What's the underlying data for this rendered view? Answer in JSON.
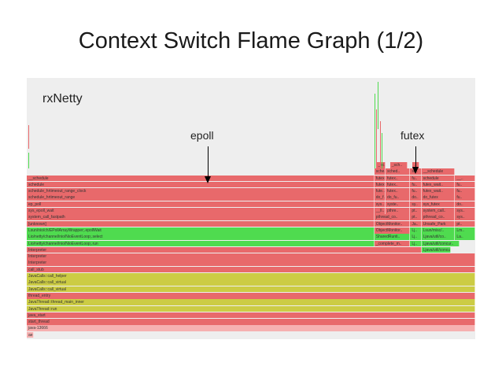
{
  "slide": {
    "title": "Context Switch Flame Graph (1/2)",
    "graph_label": "rxNetty",
    "callouts": [
      {
        "id": "epoll",
        "text": "epoll"
      },
      {
        "id": "futex",
        "text": "futex"
      }
    ]
  },
  "colors": {
    "red": "#e8696b",
    "redLight": "#f08a8a",
    "green": "#4fdb4f",
    "yellow": "#cccc44",
    "pink": "#f6b0b0",
    "panel": "#eeeeee"
  },
  "flame_frames": [
    {
      "text": "ae.",
      "lvl": 0,
      "start": 0.0,
      "end": 0.015,
      "c": "pink"
    },
    {
      "text": "java-13666",
      "lvl": 1,
      "start": 0.0,
      "end": 1.0,
      "c": "pink"
    },
    {
      "text": "start_thread",
      "lvl": 2,
      "start": 0.0,
      "end": 1.0,
      "c": "red"
    },
    {
      "text": "java_start",
      "lvl": 3,
      "start": 0.0,
      "end": 1.0,
      "c": "red"
    },
    {
      "text": "JavaThread::run",
      "lvl": 4,
      "start": 0.0,
      "end": 1.0,
      "c": "yellow"
    },
    {
      "text": "JavaThread::thread_main_inner",
      "lvl": 5,
      "start": 0.0,
      "end": 1.0,
      "c": "yellow"
    },
    {
      "text": "thread_entry",
      "lvl": 6,
      "start": 0.0,
      "end": 1.0,
      "c": "red"
    },
    {
      "text": "JavaCalls::call_virtual",
      "lvl": 7,
      "start": 0.0,
      "end": 1.0,
      "c": "yellow"
    },
    {
      "text": "JavaCalls::call_virtual",
      "lvl": 8,
      "start": 0.0,
      "end": 1.0,
      "c": "yellow"
    },
    {
      "text": "JavaCalls::call_helper",
      "lvl": 9,
      "start": 0.0,
      "end": 1.0,
      "c": "yellow"
    },
    {
      "text": "call_stub",
      "lvl": 10,
      "start": 0.0,
      "end": 1.0,
      "c": "red"
    },
    {
      "text": "Interpreter",
      "lvl": 11,
      "start": 0.0,
      "end": 1.0,
      "c": "red"
    },
    {
      "text": "Interpreter",
      "lvl": 12,
      "start": 0.0,
      "end": 1.0,
      "c": "red"
    },
    {
      "text": "Interpreter",
      "lvl": 13,
      "start": 0.0,
      "end": 0.88,
      "c": "red"
    },
    {
      "text": "Ljava/util/concur..",
      "lvl": 13,
      "start": 0.88,
      "end": 0.945,
      "c": "green"
    },
    {
      "text": "Lio/netty/channel/nio/NioEventLoop;.run",
      "lvl": 14,
      "start": 0.0,
      "end": 0.775,
      "c": "green"
    },
    {
      "text": "_complete_m..",
      "lvl": 14,
      "start": 0.775,
      "end": 0.855,
      "c": "red"
    },
    {
      "text": "Lj..",
      "lvl": 14,
      "start": 0.855,
      "end": 0.88,
      "c": "green"
    },
    {
      "text": "Ljava/util/concur..",
      "lvl": 14,
      "start": 0.88,
      "end": 0.965,
      "c": "green"
    },
    {
      "text": "Lio/netty/channel/nio/NioEventLoop;.select",
      "lvl": 15,
      "start": 0.0,
      "end": 0.775,
      "c": "green"
    },
    {
      "text": "SharedRunti..",
      "lvl": 15,
      "start": 0.775,
      "end": 0.855,
      "c": "green"
    },
    {
      "text": "Lj..",
      "lvl": 15,
      "start": 0.855,
      "end": 0.88,
      "c": "green"
    },
    {
      "text": "Ljava/util/co..",
      "lvl": 15,
      "start": 0.88,
      "end": 0.955,
      "c": "green"
    },
    {
      "text": "La..",
      "lvl": 15,
      "start": 0.955,
      "end": 1.0,
      "c": "green"
    },
    {
      "text": "Lsun/nio/ch/EPollArrayWrapper;.epollWait",
      "lvl": 16,
      "start": 0.0,
      "end": 0.775,
      "c": "green"
    },
    {
      "text": "ObjectMonitor..",
      "lvl": 16,
      "start": 0.775,
      "end": 0.855,
      "c": "red"
    },
    {
      "text": "Lj..",
      "lvl": 16,
      "start": 0.855,
      "end": 0.88,
      "c": "green"
    },
    {
      "text": "Lsun/misc/..",
      "lvl": 16,
      "start": 0.88,
      "end": 0.955,
      "c": "green"
    },
    {
      "text": "Lm..",
      "lvl": 16,
      "start": 0.955,
      "end": 1.0,
      "c": "green"
    },
    {
      "text": "[unknown]",
      "lvl": 17,
      "start": 0.0,
      "end": 0.775,
      "c": "red"
    },
    {
      "text": "ObjectMonitor..",
      "lvl": 17,
      "start": 0.775,
      "end": 0.855,
      "c": "red"
    },
    {
      "text": "Ja..",
      "lvl": 17,
      "start": 0.855,
      "end": 0.88,
      "c": "red"
    },
    {
      "text": "Unsafe_Park",
      "lvl": 17,
      "start": 0.88,
      "end": 0.955,
      "c": "red"
    },
    {
      "text": "pt..",
      "lvl": 17,
      "start": 0.955,
      "end": 1.0,
      "c": "red"
    },
    {
      "text": "system_call_fastpath",
      "lvl": 18,
      "start": 0.0,
      "end": 0.775,
      "c": "red"
    },
    {
      "text": "pthread_co..",
      "lvl": 18,
      "start": 0.775,
      "end": 0.855,
      "c": "red"
    },
    {
      "text": "pt..",
      "lvl": 18,
      "start": 0.855,
      "end": 0.88,
      "c": "red"
    },
    {
      "text": "pthread_co..",
      "lvl": 18,
      "start": 0.88,
      "end": 0.955,
      "c": "red"
    },
    {
      "text": "sys..",
      "lvl": 18,
      "start": 0.955,
      "end": 1.0,
      "c": "red"
    },
    {
      "text": "sys_epoll_wait",
      "lvl": 19,
      "start": 0.0,
      "end": 0.775,
      "c": "red"
    },
    {
      "text": "__ll..",
      "lvl": 19,
      "start": 0.775,
      "end": 0.8,
      "c": "red"
    },
    {
      "text": "pthre..",
      "lvl": 19,
      "start": 0.8,
      "end": 0.855,
      "c": "red"
    },
    {
      "text": "pt..",
      "lvl": 19,
      "start": 0.855,
      "end": 0.88,
      "c": "red"
    },
    {
      "text": "system_call..",
      "lvl": 19,
      "start": 0.88,
      "end": 0.955,
      "c": "red"
    },
    {
      "text": "sys..",
      "lvl": 19,
      "start": 0.955,
      "end": 1.0,
      "c": "red"
    },
    {
      "text": "ep_poll",
      "lvl": 20,
      "start": 0.0,
      "end": 0.775,
      "c": "red"
    },
    {
      "text": "sys..",
      "lvl": 20,
      "start": 0.775,
      "end": 0.8,
      "c": "red"
    },
    {
      "text": "syste..",
      "lvl": 20,
      "start": 0.8,
      "end": 0.855,
      "c": "red"
    },
    {
      "text": "sy..",
      "lvl": 20,
      "start": 0.855,
      "end": 0.88,
      "c": "red"
    },
    {
      "text": "sys_futex",
      "lvl": 20,
      "start": 0.88,
      "end": 0.955,
      "c": "red"
    },
    {
      "text": "do..",
      "lvl": 20,
      "start": 0.955,
      "end": 1.0,
      "c": "red"
    },
    {
      "text": "schedule_hrtimeout_range",
      "lvl": 21,
      "start": 0.0,
      "end": 0.775,
      "c": "red"
    },
    {
      "text": "do_f..",
      "lvl": 21,
      "start": 0.775,
      "end": 0.8,
      "c": "red"
    },
    {
      "text": "do_fu..",
      "lvl": 21,
      "start": 0.8,
      "end": 0.855,
      "c": "red"
    },
    {
      "text": "do..",
      "lvl": 21,
      "start": 0.855,
      "end": 0.88,
      "c": "red"
    },
    {
      "text": "do_futex",
      "lvl": 21,
      "start": 0.88,
      "end": 0.955,
      "c": "red"
    },
    {
      "text": "fu..",
      "lvl": 21,
      "start": 0.955,
      "end": 1.0,
      "c": "red"
    },
    {
      "text": "schedule_hrtimeout_range_clock",
      "lvl": 22,
      "start": 0.0,
      "end": 0.775,
      "c": "red"
    },
    {
      "text": "fute..",
      "lvl": 22,
      "start": 0.775,
      "end": 0.8,
      "c": "red"
    },
    {
      "text": "futex..",
      "lvl": 22,
      "start": 0.8,
      "end": 0.855,
      "c": "red"
    },
    {
      "text": "fu..",
      "lvl": 22,
      "start": 0.855,
      "end": 0.88,
      "c": "red"
    },
    {
      "text": "futex_wait..",
      "lvl": 22,
      "start": 0.88,
      "end": 0.955,
      "c": "red"
    },
    {
      "text": "fu..",
      "lvl": 22,
      "start": 0.955,
      "end": 1.0,
      "c": "red"
    },
    {
      "text": "schedule",
      "lvl": 23,
      "start": 0.0,
      "end": 0.775,
      "c": "red"
    },
    {
      "text": "futex..",
      "lvl": 23,
      "start": 0.775,
      "end": 0.8,
      "c": "red"
    },
    {
      "text": "futex..",
      "lvl": 23,
      "start": 0.8,
      "end": 0.855,
      "c": "red"
    },
    {
      "text": "fu..",
      "lvl": 23,
      "start": 0.855,
      "end": 0.88,
      "c": "red"
    },
    {
      "text": "futex_wait..",
      "lvl": 23,
      "start": 0.88,
      "end": 0.955,
      "c": "red"
    },
    {
      "text": "fu..",
      "lvl": 23,
      "start": 0.955,
      "end": 1.0,
      "c": "red"
    },
    {
      "text": "__schedule",
      "lvl": 24,
      "start": 0.0,
      "end": 0.775,
      "c": "red"
    },
    {
      "text": "futex..",
      "lvl": 24,
      "start": 0.775,
      "end": 0.8,
      "c": "red"
    },
    {
      "text": "futex..",
      "lvl": 24,
      "start": 0.8,
      "end": 0.855,
      "c": "red"
    },
    {
      "text": "fu..",
      "lvl": 24,
      "start": 0.855,
      "end": 0.88,
      "c": "red"
    },
    {
      "text": "schedule",
      "lvl": 24,
      "start": 0.88,
      "end": 0.955,
      "c": "red"
    },
    {
      "text": "__..",
      "lvl": 24,
      "start": 0.955,
      "end": 1.0,
      "c": "red"
    },
    {
      "text": "sche..",
      "lvl": 25,
      "start": 0.775,
      "end": 0.8,
      "c": "red"
    },
    {
      "text": "sched..",
      "lvl": 25,
      "start": 0.8,
      "end": 0.855,
      "c": "red"
    },
    {
      "text": "sc..",
      "lvl": 25,
      "start": 0.855,
      "end": 0.88,
      "c": "red"
    },
    {
      "text": "__schedule",
      "lvl": 25,
      "start": 0.88,
      "end": 0.955,
      "c": "red"
    },
    {
      "text": "_sc..",
      "lvl": 26,
      "start": 0.78,
      "end": 0.8,
      "c": "red"
    },
    {
      "text": "_sch..",
      "lvl": 26,
      "start": 0.81,
      "end": 0.85,
      "c": "red"
    },
    {
      "text": "..",
      "lvl": 26,
      "start": 0.86,
      "end": 0.875,
      "c": "red"
    }
  ]
}
